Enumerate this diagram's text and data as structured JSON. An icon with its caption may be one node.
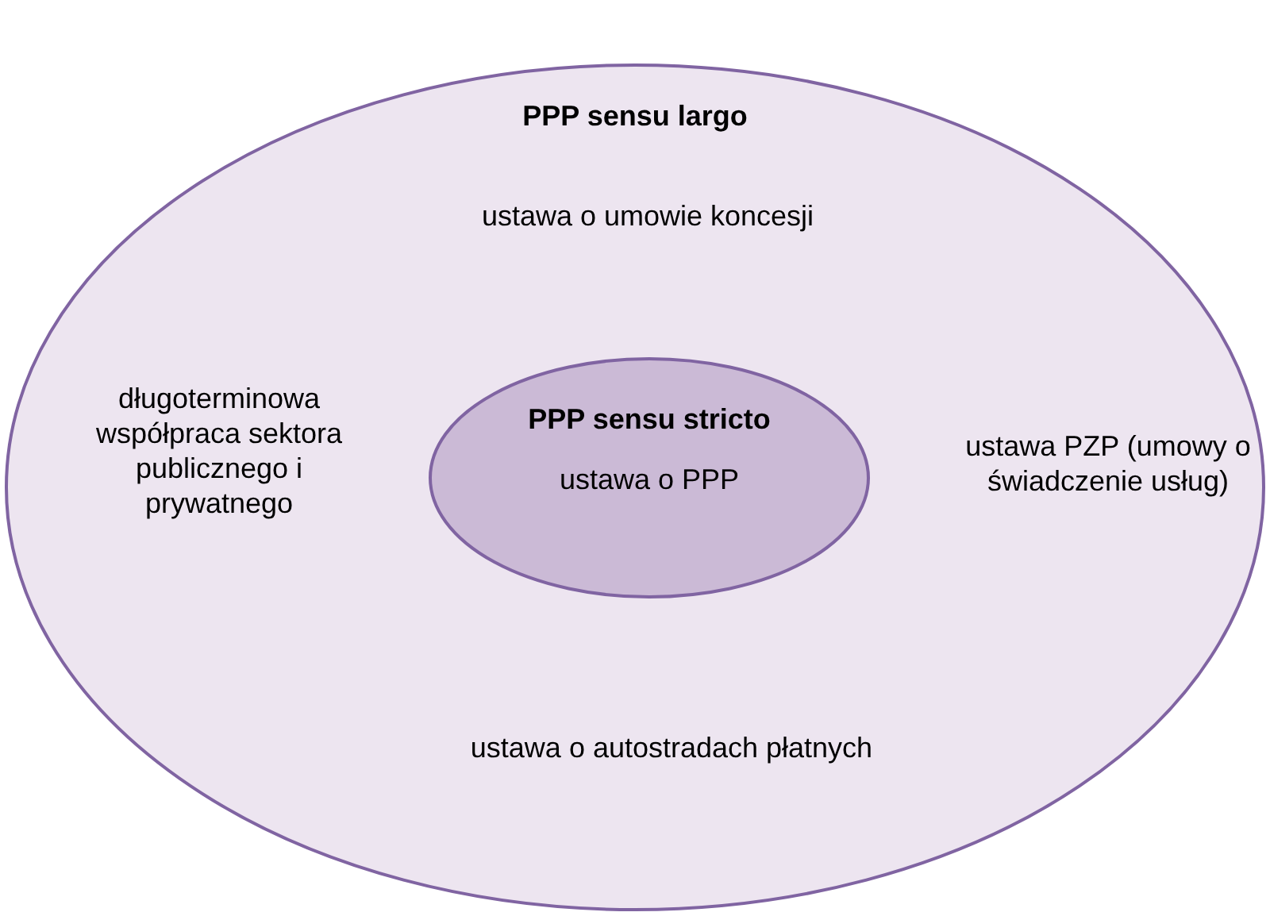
{
  "diagram": {
    "nodes": [
      {
        "text": [
          "PPP sensu largo",
          "ustawa o umowie koncesji",
          "długoterminowa współpraca sektora publicznego i prywatnego",
          "ustawa PZP (umowy o świadczenie usług)",
          "ustawa o autostradach płatnych"
        ]
      },
      {
        "text": [
          "PPP sensu stricto",
          "ustawa o PPP"
        ],
        "in": 0
      }
    ]
  }
}
